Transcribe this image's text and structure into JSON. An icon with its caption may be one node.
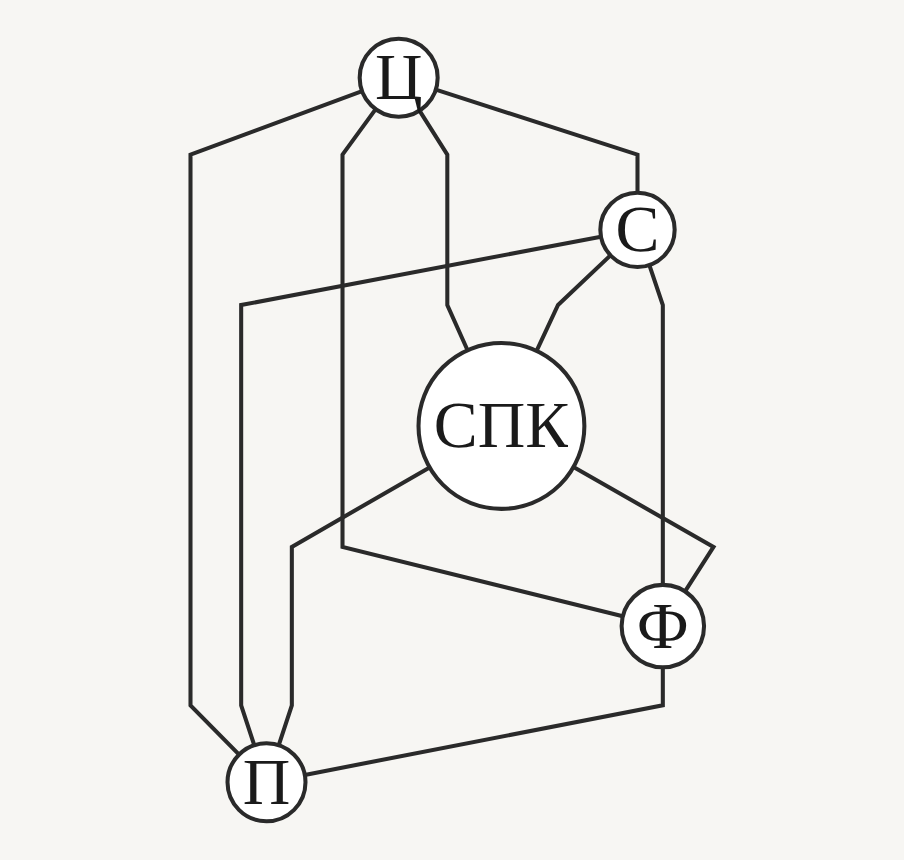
{
  "diagram": {
    "nodes": [
      {
        "text": [
          "Ц"
        ]
      },
      {
        "text": [
          "С"
        ]
      },
      {
        "text": [
          "СПК"
        ]
      },
      {
        "text": [
          "Ф"
        ]
      },
      {
        "text": [
          "П"
        ]
      }
    ],
    "edges": [
      {
        "from": 0,
        "to": 1,
        "arrow": "none"
      },
      {
        "from": 0,
        "to": 2,
        "arrow": "none"
      },
      {
        "from": 0,
        "to": 3,
        "arrow": "none"
      },
      {
        "from": 0,
        "to": 4,
        "arrow": "none"
      },
      {
        "from": 1,
        "to": 2,
        "arrow": "none"
      },
      {
        "from": 1,
        "to": 3,
        "arrow": "none"
      },
      {
        "from": 1,
        "to": 4,
        "arrow": "none"
      },
      {
        "from": 2,
        "to": 3,
        "arrow": "none"
      },
      {
        "from": 2,
        "to": 4,
        "arrow": "none"
      },
      {
        "from": 3,
        "to": 4,
        "arrow": "none"
      }
    ]
  }
}
